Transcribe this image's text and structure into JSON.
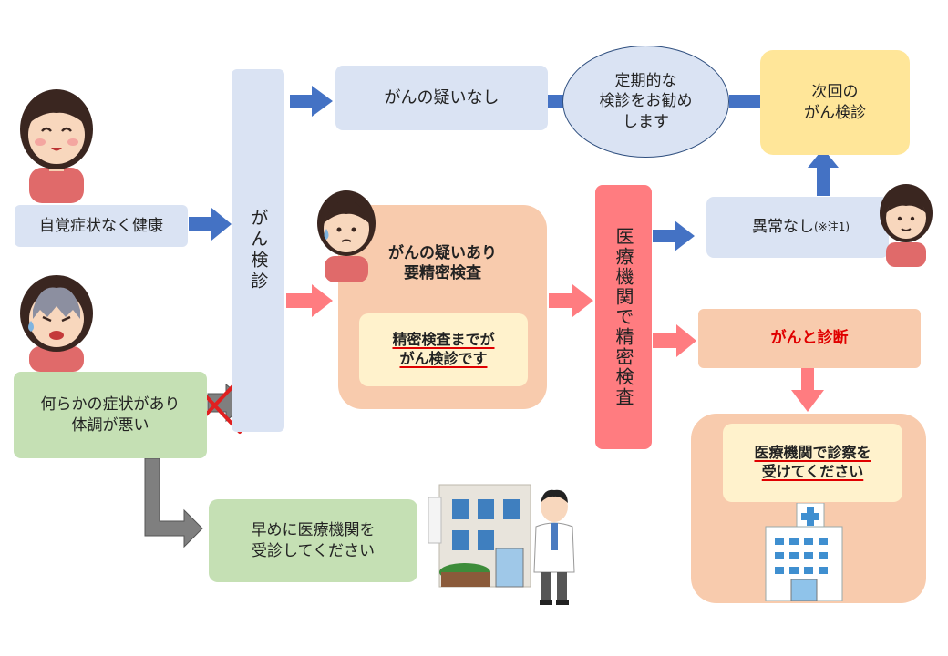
{
  "nodes": {
    "healthy": "自覚症状なく健康",
    "symptoms_line1": "何らかの症状があり",
    "symptoms_line2": "体調が悪い",
    "screening": "がん検診",
    "no_suspicion": "がんの疑いなし",
    "recommend_line1": "定期的な",
    "recommend_line2": "検診をお勧め",
    "recommend_line3": "します",
    "next_line1": "次回の",
    "next_line2": "がん検診",
    "suspicion_line1": "がんの疑いあり",
    "suspicion_line2": "要精密検査",
    "note_line1": "精密検査までが",
    "note_line2": "がん検診です",
    "detailed_exam": "医療機関で精密検査",
    "normal": "異常なし",
    "normal_note": "(※注1)",
    "diagnosed": "がんと診断",
    "consult_line1": "医療機関で診察を",
    "consult_line2": "受けてください",
    "early_line1": "早めに医療機関を",
    "early_line2": "受診してください"
  },
  "colors": {
    "blue_box": "#dae3f3",
    "green_box": "#c5e0b4",
    "peach_box": "#f8cbad",
    "yellow_box": "#ffe699",
    "red_box": "#ff7c80",
    "blue_arrow": "#4472c4",
    "pink_arrow": "#ff7c80",
    "gray_arrow": "#707070",
    "cross": "#e02020",
    "diagnosis_text": "#e00000"
  }
}
